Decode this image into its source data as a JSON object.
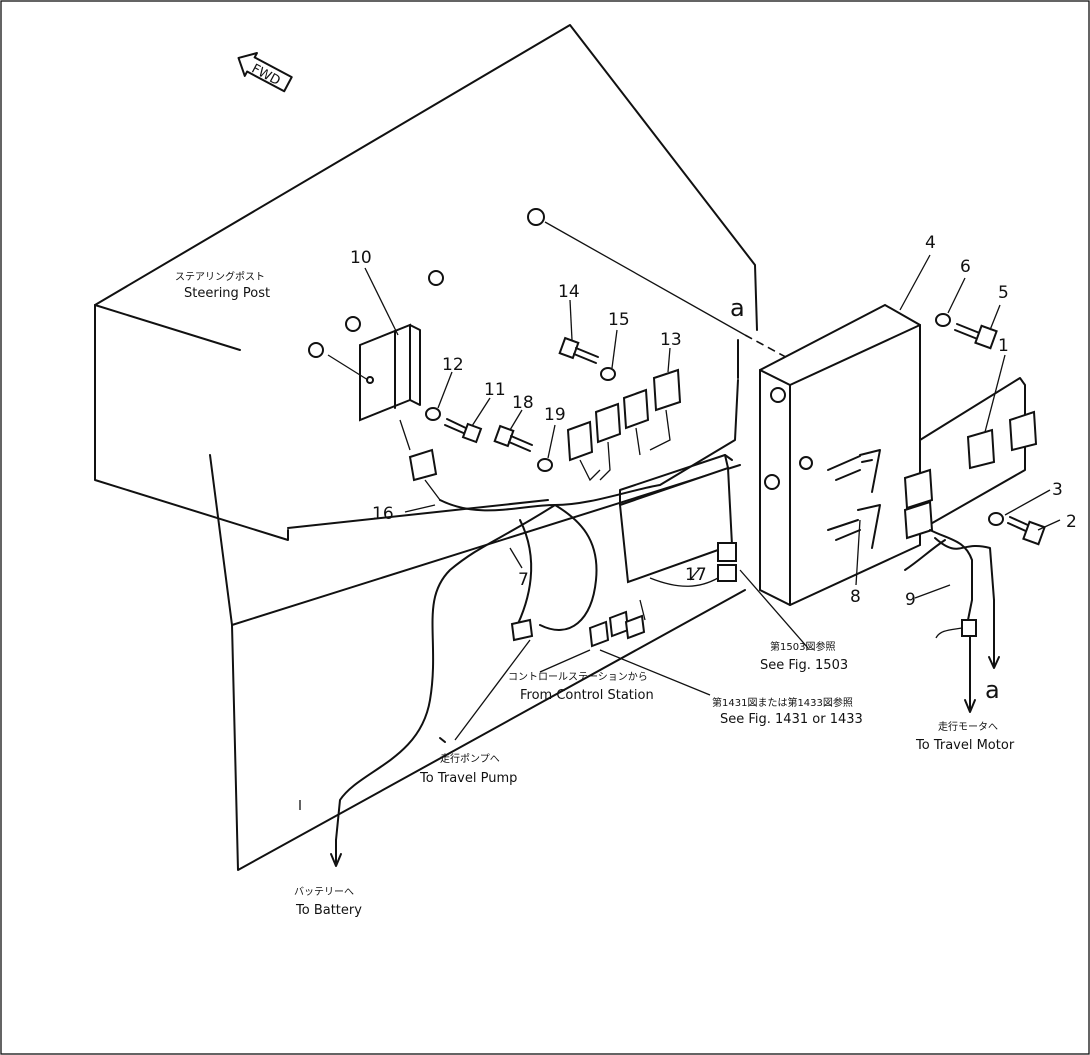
{
  "fwd_mark": "FWD",
  "part_numbers": {
    "p1": "1",
    "p2": "2",
    "p3": "3",
    "p4": "4",
    "p5": "5",
    "p6": "6",
    "p7": "7",
    "p8": "8",
    "p9": "9",
    "p10": "10",
    "p11": "11",
    "p12": "12",
    "p13": "13",
    "p14": "14",
    "p15": "15",
    "p16": "16",
    "p17": "17",
    "p18": "18",
    "p19": "19"
  },
  "connection_marks": {
    "a_top": "a",
    "a_bottom": "a"
  },
  "labels": {
    "steering_post_jp": "ステアリングポスト",
    "steering_post_en": "Steering Post",
    "see_fig_1503_jp": "第1503図参照",
    "see_fig_1503_en": "See Fig. 1503",
    "control_station_jp": "コントロールステーションから",
    "control_station_en": "From Control Station",
    "see_fig_1431_jp": "第1431図または第1433図参照",
    "see_fig_1431_en": "See Fig. 1431 or 1433",
    "travel_motor_jp": "走行モータへ",
    "travel_motor_en": "To Travel Motor",
    "travel_pump_jp": "走行ポンプへ",
    "travel_pump_en": "To Travel Pump",
    "battery_jp": "バッテリーへ",
    "battery_en": "To Battery"
  }
}
